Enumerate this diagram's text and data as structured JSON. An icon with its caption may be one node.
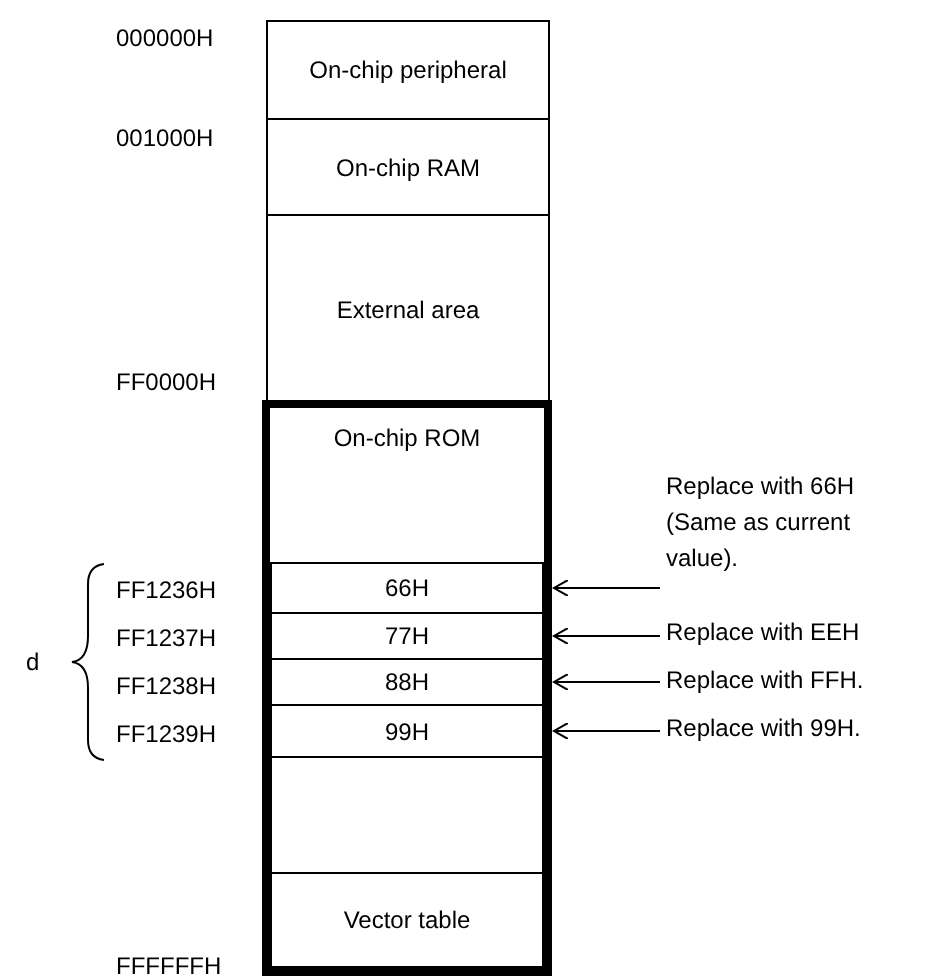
{
  "diagram": {
    "nodes": [
      {
        "text": [
          "On-chip peripheral"
        ]
      },
      {
        "text": [
          "On-chip RAM"
        ]
      },
      {
        "text": [
          "External area"
        ]
      },
      {
        "text": [
          "On-chip ROM"
        ]
      },
      {
        "text": [
          "66H"
        ],
        "in": 3
      },
      {
        "text": [
          "77H"
        ],
        "in": 3
      },
      {
        "text": [
          "88H"
        ],
        "in": 3
      },
      {
        "text": [
          "99H"
        ],
        "in": 3
      },
      {
        "text": [],
        "shape": "box",
        "in": 3
      },
      {
        "text": [
          "Vector table"
        ],
        "in": 3
      },
      {
        "text": [
          "Replace with 66H (Same as current value)."
        ]
      },
      {
        "text": [
          "Replace with EEH"
        ]
      },
      {
        "text": [
          "Replace with FFH."
        ]
      },
      {
        "text": [
          "Replace with 99H."
        ]
      }
    ],
    "edges": [
      {
        "from": 10,
        "to": 4,
        "arrow": "to"
      },
      {
        "from": 11,
        "to": 5,
        "arrow": "to"
      },
      {
        "from": 12,
        "to": 6,
        "arrow": "to"
      },
      {
        "from": 13,
        "to": 7,
        "arrow": "to"
      }
    ],
    "labels": [
      "000000H",
      "001000H",
      "FF0000H",
      "FF1236H",
      "d",
      "FF1237H",
      "FF1238H",
      "FF1239H",
      "FFFFFFH"
    ]
  }
}
